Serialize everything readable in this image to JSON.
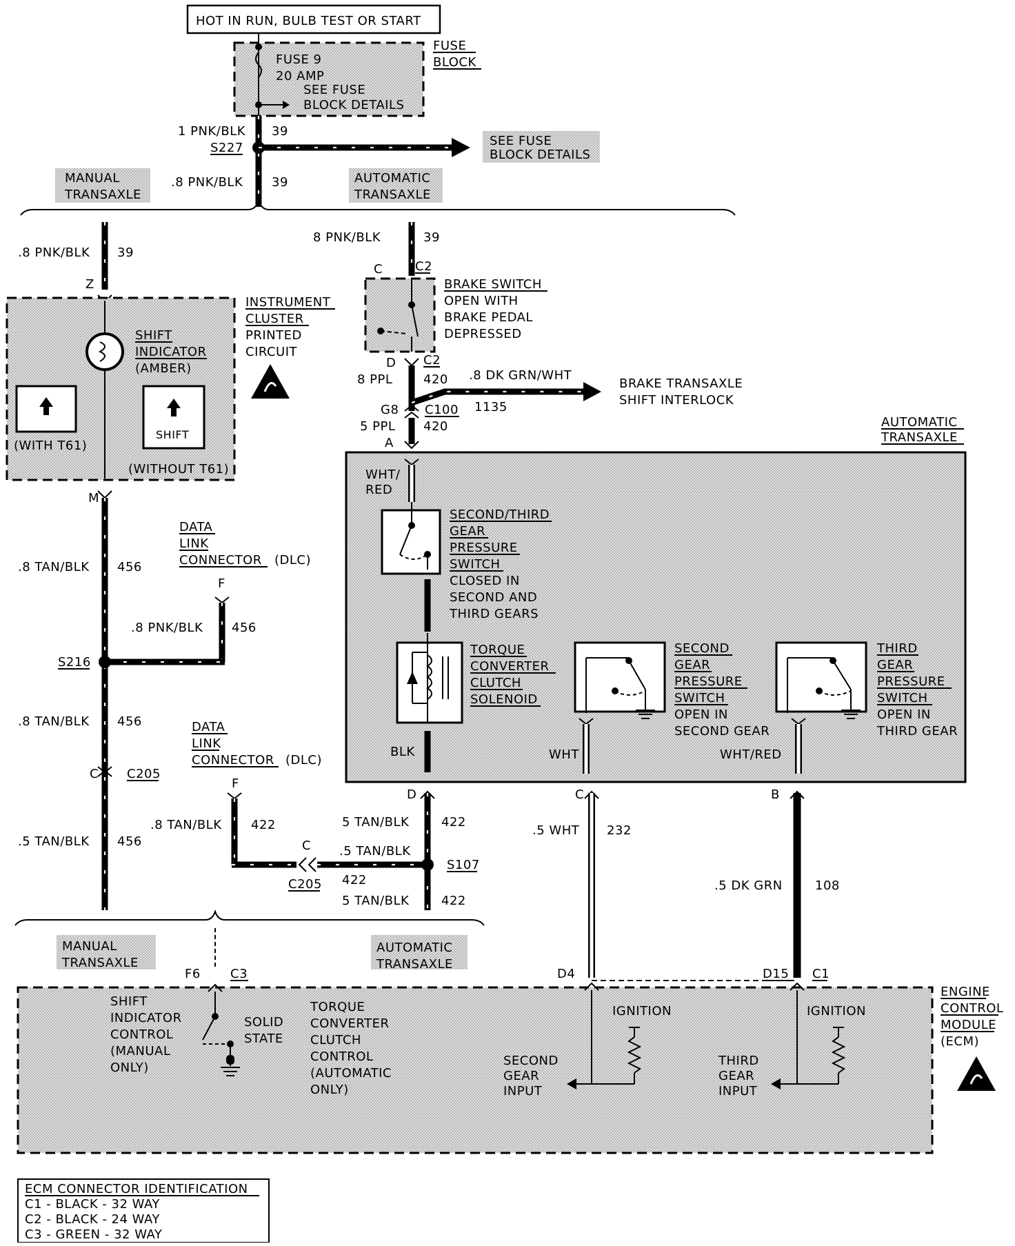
{
  "power": {
    "title": "HOT IN RUN, BULB TEST OR START",
    "fuse_name": "FUSE 9",
    "fuse_rating": "20 AMP",
    "fuse_see_1": "SEE FUSE",
    "fuse_see_2": "BLOCK DETAILS",
    "fuse_block_1": "FUSE",
    "fuse_block_2": "BLOCK",
    "wire_1": "1 PNK/BLK",
    "wire_1_num": "39",
    "splice": "S227",
    "see_fuse_1": "SEE FUSE",
    "see_fuse_2": "BLOCK DETAILS",
    "wire_2": ".8 PNK/BLK",
    "wire_2_num": "39"
  },
  "top_branch": {
    "manual_1": "MANUAL",
    "manual_2": "TRANSAXLE",
    "auto_1": "AUTOMATIC",
    "auto_2": "TRANSAXLE"
  },
  "left": {
    "wire_top": ".8 PNK/BLK",
    "wire_top_num": "39",
    "pin_z": "Z",
    "cluster_1": "INSTRUMENT",
    "cluster_2": "CLUSTER",
    "cluster_3": "PRINTED",
    "cluster_4": "CIRCUIT",
    "shift_1": "SHIFT",
    "shift_2": "INDICATOR",
    "shift_3": "(AMBER)",
    "with_t61": "(WITH T61)",
    "shift_label": "SHIFT",
    "without_t61": "(WITHOUT T61)",
    "pin_m": "M",
    "wire_mid": ".8 TAN/BLK",
    "wire_mid_num": "456",
    "dlc1_1": "DATA",
    "dlc1_2": "LINK",
    "dlc1_3": "CONNECTOR",
    "dlc1_4": "(DLC)",
    "dlc1_pin": "F",
    "dlc1_wire": ".8 PNK/BLK",
    "dlc1_num": "456",
    "splice": "S216",
    "wire_low": ".8 TAN/BLK",
    "wire_low_num": "456",
    "conn_c": "C",
    "conn_c205": "C205",
    "wire_bot": ".5 TAN/BLK",
    "wire_bot_num": "456",
    "dlc2_1": "DATA",
    "dlc2_2": "LINK",
    "dlc2_3": "CONNECTOR",
    "dlc2_4": "(DLC)",
    "dlc2_pin": "F",
    "dlc2_wire": ".8 TAN/BLK",
    "dlc2_num": "422",
    "c205b_c": "C",
    "c205b": "C205"
  },
  "center": {
    "wire_top": "8 PNK/BLK",
    "wire_top_num": "39",
    "brake_c": "C",
    "brake_c2": "C2",
    "brake_1": "BRAKE SWITCH",
    "brake_2": "OPEN WITH",
    "brake_3": "BRAKE PEDAL",
    "brake_4": "DEPRESSED",
    "brake_d": "D",
    "brake_d_c2": "C2",
    "wire_ppl": "8 PPL",
    "wire_ppl_num": "420",
    "interlock_wire": ".8 DK GRN/WHT",
    "interlock_num": "1135",
    "interlock_1": "BRAKE TRANSAXLE",
    "interlock_2": "SHIFT INTERLOCK",
    "g8": "G8",
    "c100": "C100",
    "wire_5ppl": "5 PPL",
    "wire_5ppl_num": "420",
    "pin_a": "A"
  },
  "trans_box": {
    "title_1": "AUTOMATIC",
    "title_2": "TRANSAXLE",
    "whtred_1": "WHT/",
    "whtred_2": "RED",
    "s23_1": "SECOND/THIRD",
    "s23_2": "GEAR",
    "s23_3": "PRESSURE",
    "s23_4": "SWITCH",
    "s23_5": "CLOSED IN",
    "s23_6": "SECOND AND",
    "s23_7": "THIRD GEARS",
    "tcc_1": "TORQUE",
    "tcc_2": "CONVERTER",
    "tcc_3": "CLUTCH",
    "tcc_4": "SOLENOID",
    "s2_1": "SECOND",
    "s2_2": "GEAR",
    "s2_3": "PRESSURE",
    "s2_4": "SWITCH",
    "s2_5": "OPEN IN",
    "s2_6": "SECOND GEAR",
    "s3_1": "THIRD",
    "s3_2": "GEAR",
    "s3_3": "PRESSURE",
    "s3_4": "SWITCH",
    "s3_5": "OPEN IN",
    "s3_6": "THIRD GEAR",
    "blk": "BLK",
    "wht": "WHT",
    "whtred": "WHT/RED"
  },
  "lower": {
    "pin_d": "D",
    "pin_c": "C",
    "pin_b": "B",
    "tan1": "5 TAN/BLK",
    "tan1_num": "422",
    "tan2": ".5 TAN/BLK",
    "tan2_num": "422",
    "splice": "S107",
    "tan3": "5 TAN/BLK",
    "tan3_num": "422",
    "wht": ".5 WHT",
    "wht_num": "232",
    "dkgrn": ".5 DK GRN",
    "dkgrn_num": "108"
  },
  "bottom_branch": {
    "manual_1": "MANUAL",
    "manual_2": "TRANSAXLE",
    "auto_1": "AUTOMATIC",
    "auto_2": "TRANSAXLE"
  },
  "ecm": {
    "f6": "F6",
    "c3": "C3",
    "d4": "D4",
    "d15": "D15",
    "c1": "C1",
    "sic_1": "SHIFT",
    "sic_2": "INDICATOR",
    "sic_3": "CONTROL",
    "sic_4": "(MANUAL",
    "sic_5": "ONLY)",
    "ss_1": "SOLID",
    "ss_2": "STATE",
    "tcc_1": "TORQUE",
    "tcc_2": "CONVERTER",
    "tcc_3": "CLUTCH",
    "tcc_4": "CONTROL",
    "tcc_5": "(AUTOMATIC",
    "tcc_6": "ONLY)",
    "ign_1": "IGNITION",
    "ign_2": "IGNITION",
    "sg_1": "SECOND",
    "sg_2": "GEAR",
    "sg_3": "INPUT",
    "tg_1": "THIRD",
    "tg_2": "GEAR",
    "tg_3": "INPUT",
    "name_1": "ENGINE",
    "name_2": "CONTROL",
    "name_3": "MODULE",
    "name_4": "(ECM)"
  },
  "legend": {
    "title": "ECM CONNECTOR IDENTIFICATION",
    "row_1": "C1 - BLACK - 32 WAY",
    "row_2": "C2 - BLACK - 24 WAY",
    "row_3": "C3 - GREEN - 32 WAY"
  }
}
